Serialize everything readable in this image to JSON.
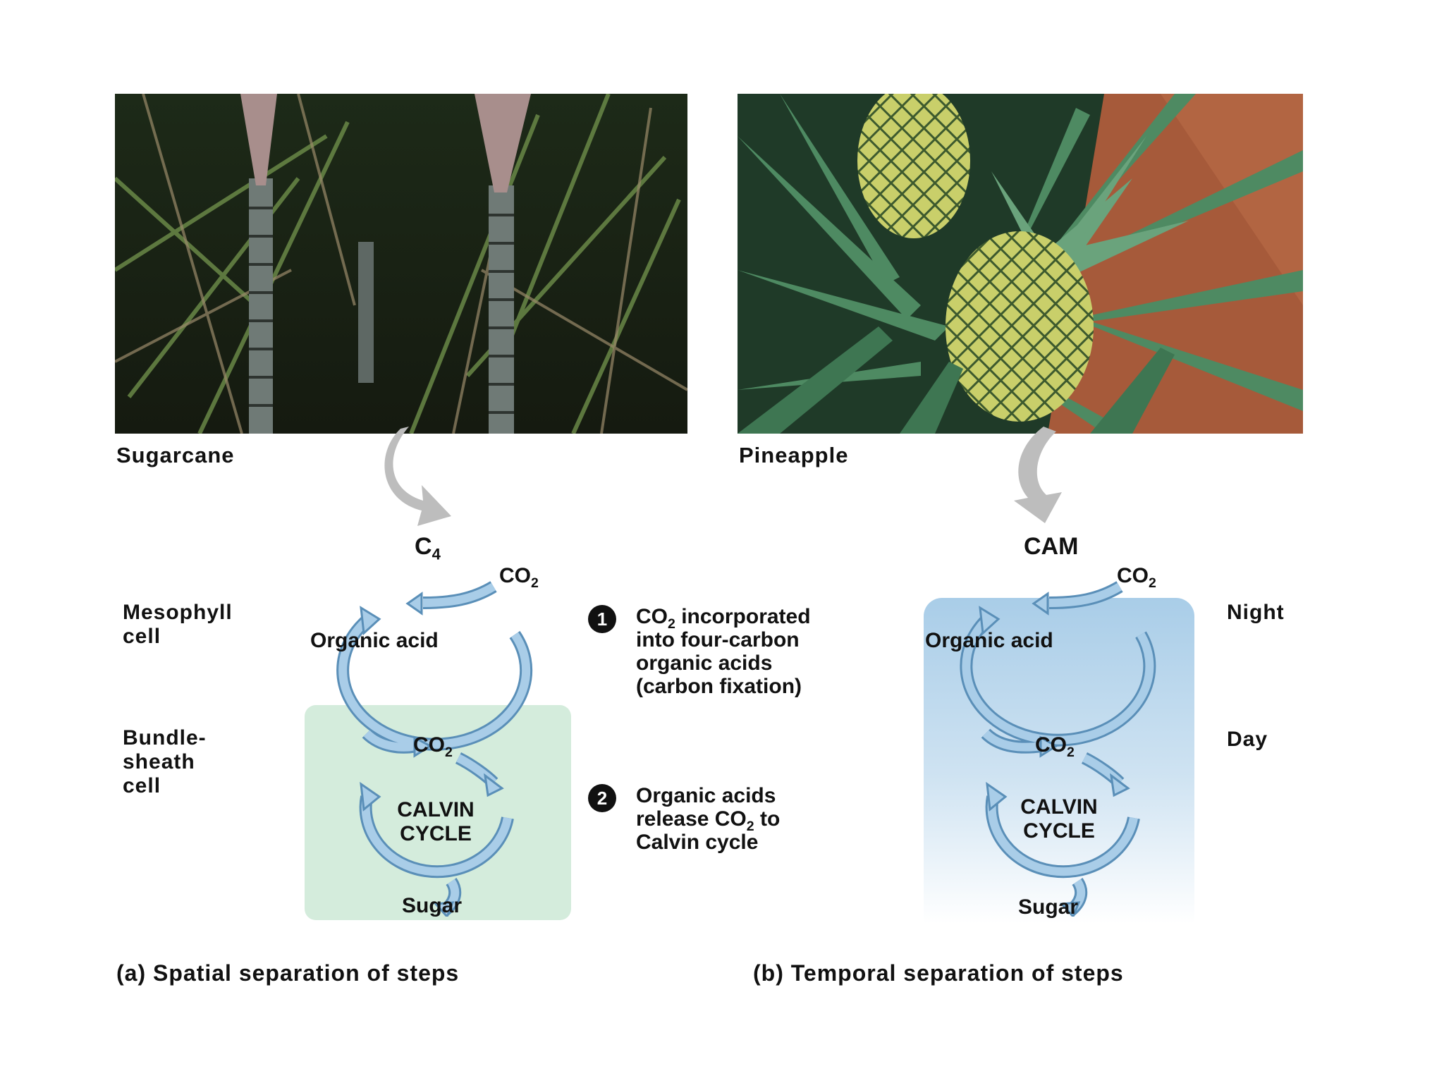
{
  "photos": {
    "left_caption": "Sugarcane",
    "right_caption": "Pineapple"
  },
  "c4": {
    "title_main": "C",
    "title_sub": "4",
    "co2_main": "CO",
    "co2_sub": "2",
    "mesophyll_line1": "Mesophyll",
    "mesophyll_line2": "cell",
    "bundle_line1": "Bundle-",
    "bundle_line2": "sheath",
    "bundle_line3": "cell",
    "organic_acid": "Organic acid",
    "inner_co2_main": "CO",
    "inner_co2_sub": "2",
    "calvin_line1": "CALVIN",
    "calvin_line2": "CYCLE",
    "sugar": "Sugar",
    "footer": "(a) Spatial separation of steps",
    "box_color": "#d4ecdc"
  },
  "steps": {
    "step1_number": "1",
    "step1_co2_main": "CO",
    "step1_co2_sub": "2",
    "step1_line1_rest": " incorporated",
    "step1_line2": "into four-carbon",
    "step1_line3": "organic acids",
    "step1_line4": "(carbon fixation)",
    "step2_number": "2",
    "step2_line1": "Organic acids",
    "step2_line2_pre": "release CO",
    "step2_line2_sub": "2",
    "step2_line2_post": " to",
    "step2_line3": "Calvin cycle"
  },
  "cam": {
    "title": "CAM",
    "co2_main": "CO",
    "co2_sub": "2",
    "night": "Night",
    "day": "Day",
    "organic_acid": "Organic acid",
    "inner_co2_main": "CO",
    "inner_co2_sub": "2",
    "calvin_line1": "CALVIN",
    "calvin_line2": "CYCLE",
    "sugar": "Sugar",
    "footer": "(b) Temporal separation of steps",
    "gradient_top": "#a9cde8",
    "gradient_bottom": "#ffffff"
  },
  "colors": {
    "arrow_fill": "#a9cde8",
    "arrow_stroke": "#5a8fb8",
    "pointer_gray": "#bdbdbd"
  }
}
